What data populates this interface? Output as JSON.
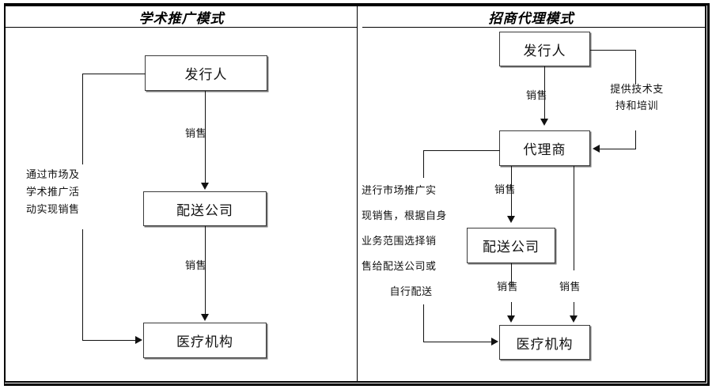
{
  "panels": [
    {
      "title": "学术推广模式",
      "nodes": [
        {
          "key": "issuer",
          "label": "发行人"
        },
        {
          "key": "distributor",
          "label": "配送公司"
        },
        {
          "key": "institution",
          "label": "医疗机构"
        }
      ],
      "edge_labels": [
        {
          "key": "issuer_to_distributor",
          "label": "销售"
        },
        {
          "key": "distributor_to_institution",
          "label": "销售"
        }
      ],
      "note": {
        "key": "academic-promotion-note",
        "lines": [
          "通过市场及",
          "学术推广活",
          "动实现销售"
        ]
      }
    },
    {
      "title": "招商代理模式",
      "nodes": [
        {
          "key": "issuer",
          "label": "发行人"
        },
        {
          "key": "agent",
          "label": "代理商"
        },
        {
          "key": "distributor",
          "label": "配送公司"
        },
        {
          "key": "institution",
          "label": "医疗机构"
        }
      ],
      "edge_labels": [
        {
          "key": "issuer_to_agent",
          "label": "销售"
        },
        {
          "key": "issuer_support_to_agent",
          "lines": [
            "提供技术支",
            "持和培训"
          ]
        },
        {
          "key": "agent_to_distributor",
          "label": "销售"
        },
        {
          "key": "distributor_to_institution",
          "label": "销售"
        },
        {
          "key": "agent_to_institution",
          "label": "销售"
        }
      ],
      "note": {
        "key": "agent-activity-note",
        "lines": [
          "进行市场推广实",
          "现销售，根据自身",
          "业务范围选择销",
          "售给配送公司或",
          "自行配送"
        ]
      }
    }
  ],
  "colors": {
    "line": "#111111",
    "border": "#000000",
    "box_border": "#3a3a3a",
    "background": "#ffffff"
  }
}
